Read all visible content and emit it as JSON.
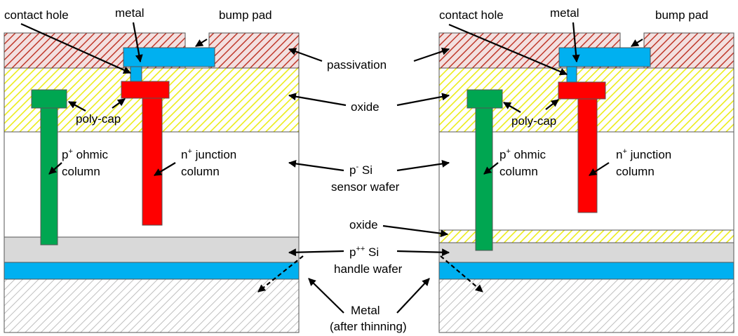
{
  "labels": {
    "contact_hole": "contact hole",
    "metal": "metal",
    "bump_pad": "bump pad",
    "passivation": "passivation",
    "oxide_top": "oxide",
    "poly_cap": "poly-cap",
    "p_ohmic": {
      "base": "p",
      "sup": "+",
      "rest": " ohmic",
      "line2": "column"
    },
    "n_junction": {
      "base": "n",
      "sup": "+",
      "rest": " junction",
      "line2": "column"
    },
    "p_si": {
      "base": "p",
      "sup": "-",
      "rest": " Si",
      "line2": "sensor wafer"
    },
    "oxide_mid": "oxide",
    "p_pp_si": {
      "base": "p",
      "sup": "++",
      "rest": " Si",
      "line2": "handle wafer"
    },
    "metal_thin": {
      "line1": "Metal",
      "line2": "(after thinning)"
    }
  },
  "colors": {
    "passivation": "#c0392b",
    "oxide": "#e8e800",
    "metal": "#00b0f0",
    "poly": "#ff0000",
    "p_column": "#00a651",
    "handle": "#d9d9d9",
    "backside": "#bfbfbf"
  }
}
